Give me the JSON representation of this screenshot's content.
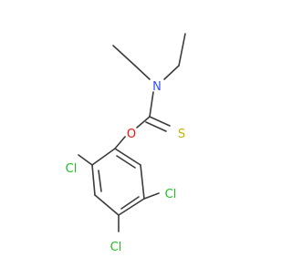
{
  "molecule": {
    "atoms": {
      "N": "N",
      "O": "O",
      "S": "S",
      "Cl1": "Cl",
      "Cl2": "Cl",
      "Cl3": "Cl"
    },
    "colors": {
      "bond": "#3c3c3c",
      "N": "#3050f8",
      "O": "#ff0d0d",
      "S": "#c8b100",
      "Cl": "#1fc01f"
    }
  }
}
